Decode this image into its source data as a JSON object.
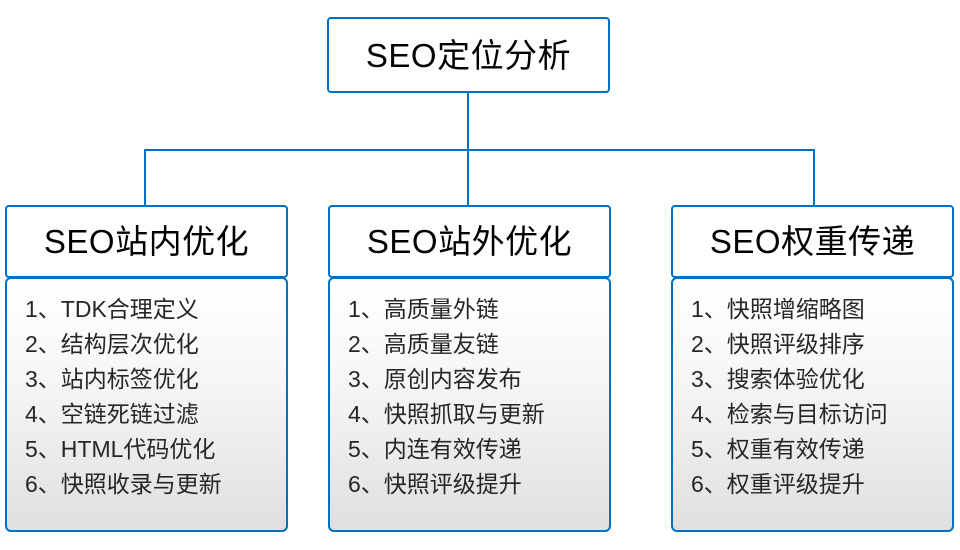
{
  "diagram": {
    "type": "org-chart",
    "accent_color": "#0070c0",
    "text_color": "#000000",
    "item_text_color": "#262626",
    "root": {
      "label": "SEO定位分析"
    },
    "branches": [
      {
        "id": "seo-onsite",
        "header": "SEO站内优化",
        "items": [
          "1、TDK合理定义",
          "2、结构层次优化",
          "3、站内标签优化",
          "4、空链死链过滤",
          "5、HTML代码优化",
          "6、快照收录与更新"
        ]
      },
      {
        "id": "seo-offsite",
        "header": "SEO站外优化",
        "items": [
          "1、高质量外链",
          "2、高质量友链",
          "3、原创内容发布",
          "4、快照抓取与更新",
          "5、内连有效传递",
          "6、快照评级提升"
        ]
      },
      {
        "id": "seo-weight",
        "header": "SEO权重传递",
        "items": [
          "1、快照增缩略图",
          "2、快照评级排序",
          "3、搜索体验优化",
          "4、检索与目标访问",
          "5、权重有效传递",
          "6、权重评级提升"
        ]
      }
    ]
  }
}
